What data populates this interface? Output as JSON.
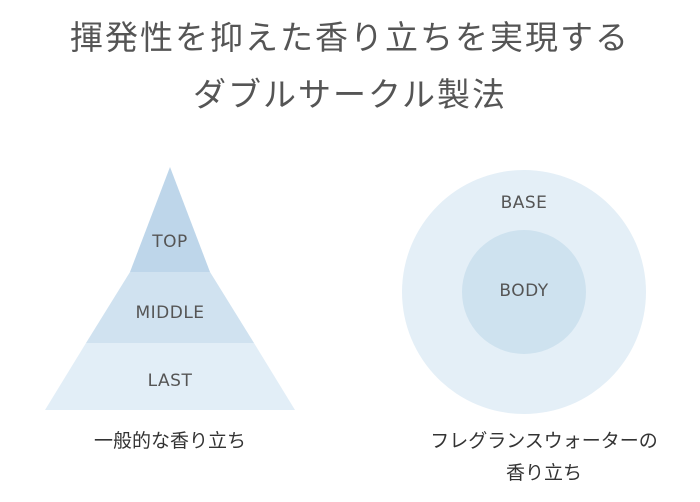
{
  "headline": {
    "line1": "揮発性を抑えた香り立ちを実現する",
    "line2": "ダブルサークル製法"
  },
  "pyramid": {
    "layers": [
      "TOP",
      "MIDDLE",
      "LAST"
    ],
    "caption": "一般的な香り立ち"
  },
  "circles": {
    "outer_label": "BASE",
    "inner_label": "BODY",
    "caption_line1": "フレグランスウォーターの",
    "caption_line2": "香り立ち"
  },
  "colors": {
    "top": "#bed6ea",
    "middle": "#d0e2f0",
    "last": "#e2eef7",
    "outer_circle": "#e4eff7",
    "inner_circle": "#cee2ef"
  }
}
